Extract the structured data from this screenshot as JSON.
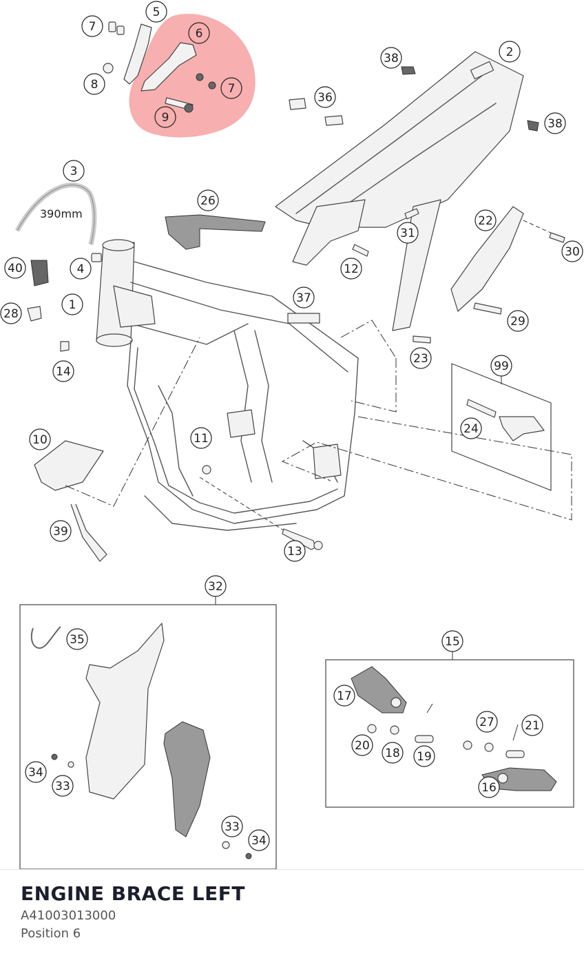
{
  "diagram": {
    "highlight_color": "#f27a7a",
    "length_label": "390mm",
    "callouts": [
      "1",
      "2",
      "3",
      "4",
      "5",
      "6",
      "7",
      "7",
      "8",
      "9",
      "10",
      "11",
      "12",
      "13",
      "14",
      "15",
      "16",
      "17",
      "18",
      "19",
      "20",
      "21",
      "22",
      "23",
      "24",
      "26",
      "27",
      "28",
      "29",
      "30",
      "31",
      "32",
      "33",
      "33",
      "34",
      "34",
      "35",
      "36",
      "37",
      "38",
      "38",
      "39",
      "40",
      "99"
    ]
  },
  "part": {
    "title": "ENGINE BRACE LEFT",
    "number": "A41003013000",
    "position": "Position 6"
  }
}
